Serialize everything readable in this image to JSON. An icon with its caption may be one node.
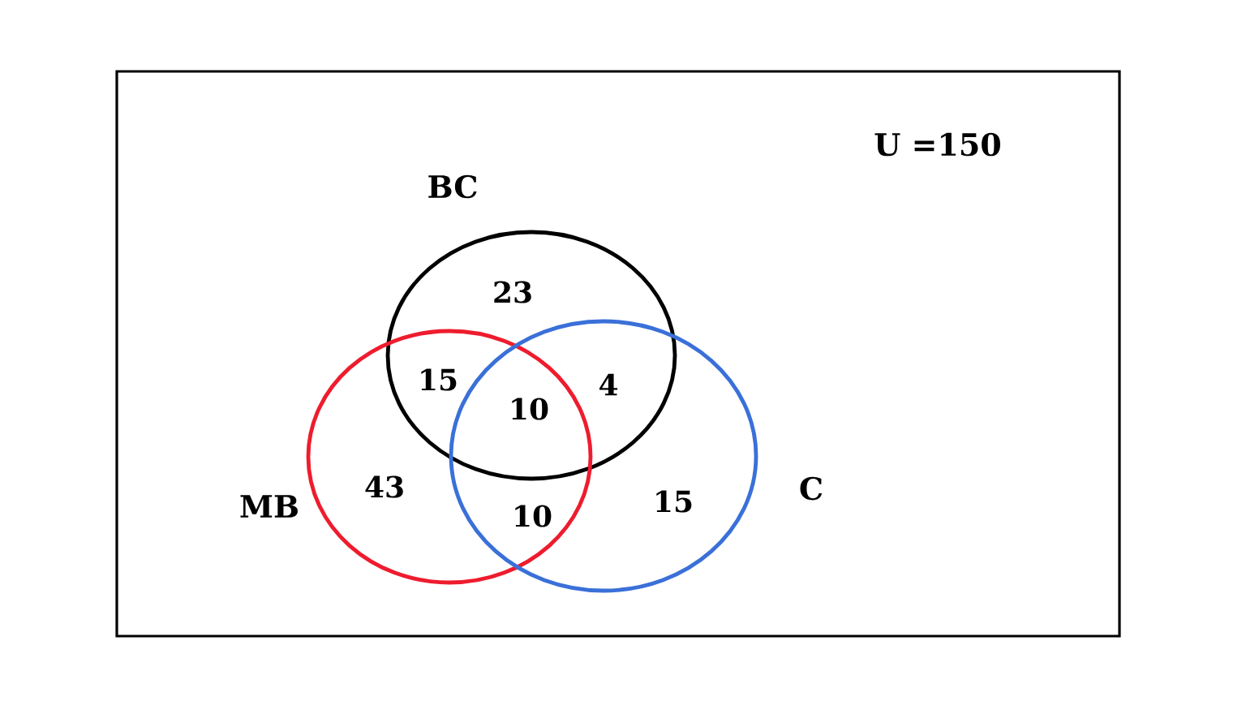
{
  "diagram": {
    "nodes": [
      {
        "text": [
          "U =150"
        ]
      },
      {
        "text": [
          "BC"
        ],
        "in": 0
      },
      {
        "text": [
          "MB"
        ],
        "in": 0
      },
      {
        "text": [
          "C"
        ],
        "in": 0
      }
    ],
    "labels": [
      "23",
      "15",
      "10",
      "4",
      "43",
      "10",
      "15"
    ]
  }
}
